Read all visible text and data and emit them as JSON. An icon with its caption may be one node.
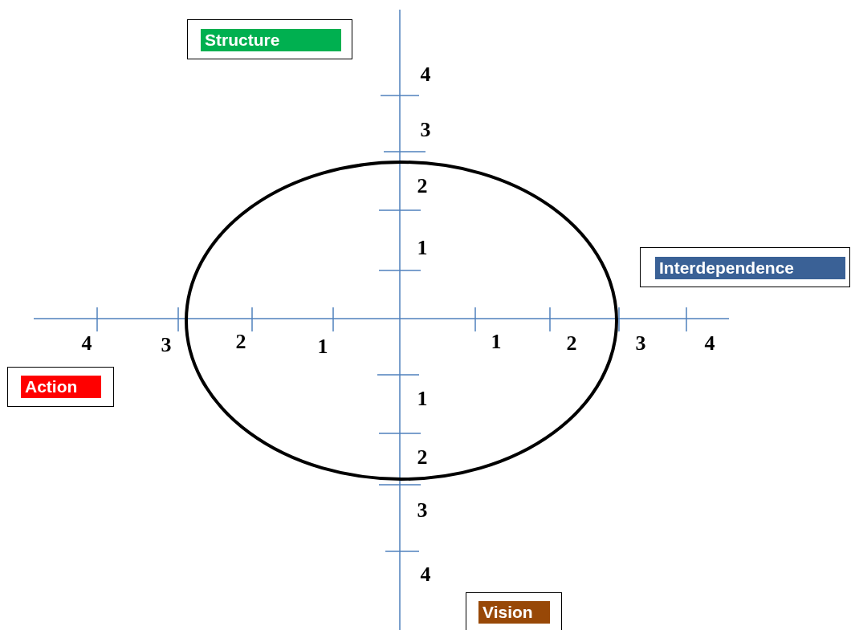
{
  "diagram": {
    "nodes": [
      {
        "text": [
          "Structure"
        ]
      },
      {
        "text": [
          "Interdependence"
        ]
      },
      {
        "text": [
          "Action"
        ]
      },
      {
        "text": [
          "Vision"
        ]
      }
    ],
    "edges": [],
    "labels": [
      "4",
      "3",
      "2",
      "1",
      "4",
      "3",
      "2",
      "1",
      "1",
      "2",
      "3",
      "4",
      "1",
      "2",
      "3",
      "4"
    ]
  }
}
